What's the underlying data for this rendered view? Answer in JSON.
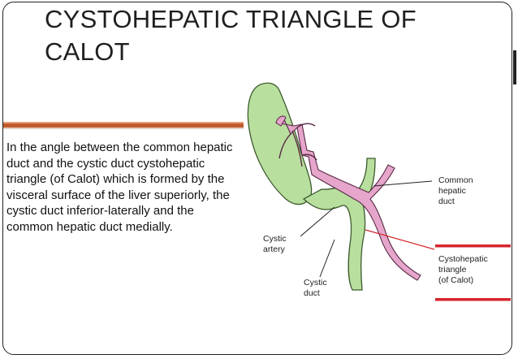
{
  "slide": {
    "title": "CYSTOHEPATIC TRIANGLE OF CALOT",
    "body": "In the angle between the common hepatic duct and the cystic duct cystohepatic triangle (of Calot) which is formed by the visceral surface of the liver superiorly, the cystic duct inferior-laterally and the common hepatic duct medially."
  },
  "figure": {
    "label_common_hepatic": [
      "Common",
      "hepatic",
      "duct"
    ],
    "label_cystic_artery": [
      "Cystic",
      "artery"
    ],
    "label_cystic_duct": [
      "Cystic",
      "duct"
    ],
    "label_triangle": [
      "Cystohepatic",
      "triangle",
      "(of Calot)"
    ]
  },
  "colors": {
    "accent": "#c05a2c",
    "red_line": "#d7262c",
    "gallbladder": "#b8df9e",
    "artery": "#e6a6cc"
  }
}
